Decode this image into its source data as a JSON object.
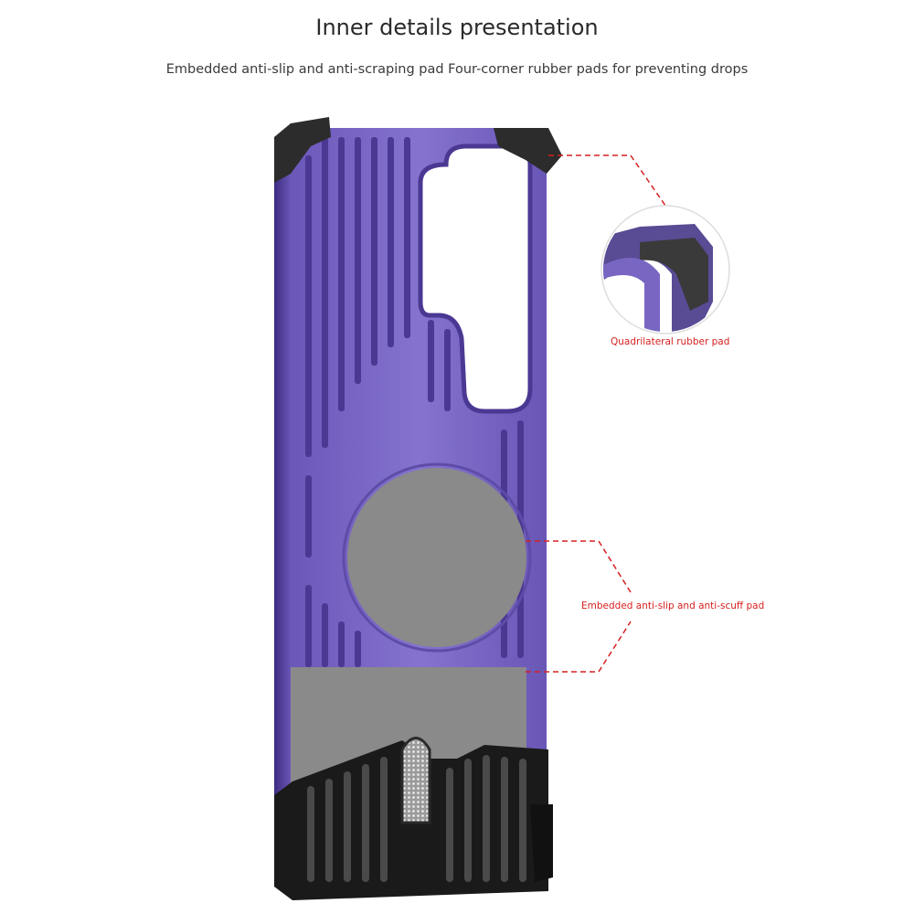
{
  "header": {
    "title": "Inner details presentation",
    "subtitle": "Embedded anti-slip and anti-scraping pad  Four-corner rubber pads for preventing drops"
  },
  "callouts": {
    "corner_pad": "Quadrilateral rubber pad",
    "back_pad": "Embedded anti-slip and anti-scuff pad"
  },
  "colors": {
    "case_purple": "#7a65c4",
    "case_purple_dark": "#4b3893",
    "pad_gray": "#8a8a8a",
    "bumper_black": "#1a1a1a",
    "callout_red": "#d62020"
  },
  "icons": [
    "phone-case-illustration",
    "magnifier-circle"
  ]
}
